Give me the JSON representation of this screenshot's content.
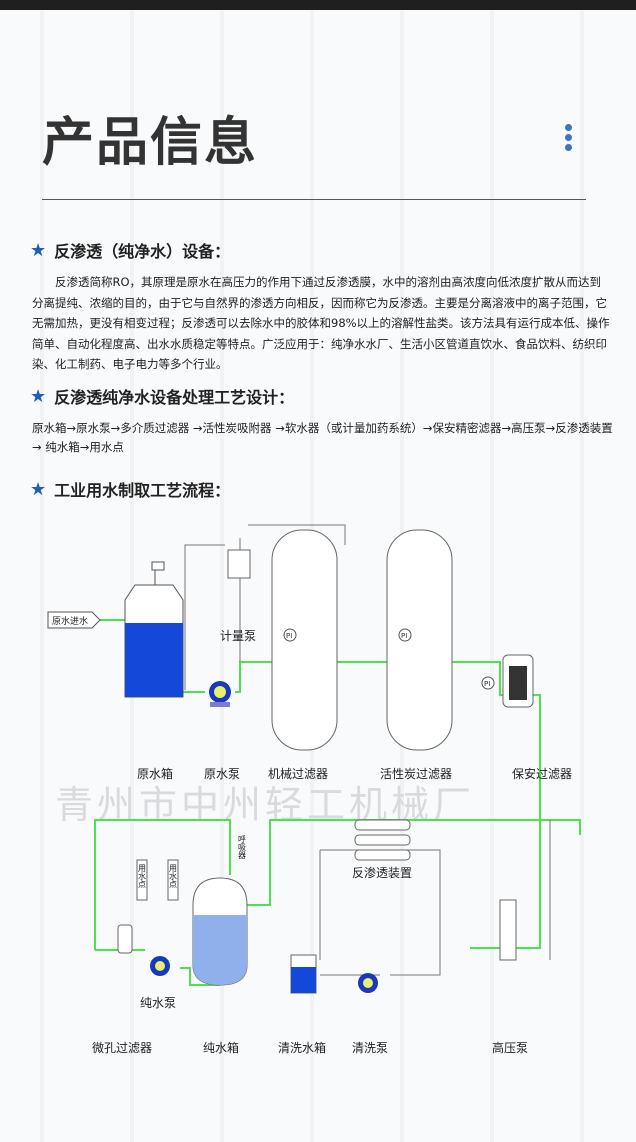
{
  "header": {
    "title": "产品信息"
  },
  "sections": [
    {
      "heading": "反渗透（纯净水）设备：",
      "body": "反渗透简称RO，其原理是原水在高压力的作用下通过反渗透膜，水中的溶剂由高浓度向低浓度扩散从而达到分离提纯、浓缩的目的，由于它与自然界的渗透方向相反，因而称它为反渗透。主要是分离溶液中的离子范围，它无需加热，更没有相变过程；反渗透可以去除水中的胶体和98%以上的溶解性盐类。该方法具有运行成本低、操作简单、自动化程度高、出水水质稳定等特点。广泛应用于：纯净水水厂、生活小区管道直饮水、食品饮料、纺织印染、化工制药、电子电力等多个行业。"
    },
    {
      "heading": "反渗透纯净水设备处理工艺设计：",
      "body": "原水箱→原水泵→多介质过滤器 →活性炭吸附器 →软水器（或计量加药系统）→保安精密滤器→高压泵→反渗透装置→ 纯水箱→用水点"
    },
    {
      "heading": "工业用水制取工艺流程："
    }
  ],
  "diagram": {
    "inlet": "原水进水",
    "metering_pump": "计量泵",
    "top_labels": [
      "原水箱",
      "原水泵",
      "机械过滤器",
      "活性炭过滤器",
      "保安过滤器"
    ],
    "watermark": "青州市中州轻工机械厂",
    "ro_unit": "反渗透装置",
    "breather": "呼吸器",
    "use_point": "用水点",
    "pure_pump": "纯水泵",
    "bottom_labels": [
      "微孔过滤器",
      "纯水箱",
      "清洗水箱",
      "清洗泵",
      "高压泵"
    ],
    "gauge": "PI",
    "colors": {
      "pipe": "#4ee04e",
      "accent": "#1d5fb0",
      "tank": "#1448d8",
      "pure_tank": "#8fb0ea"
    }
  }
}
